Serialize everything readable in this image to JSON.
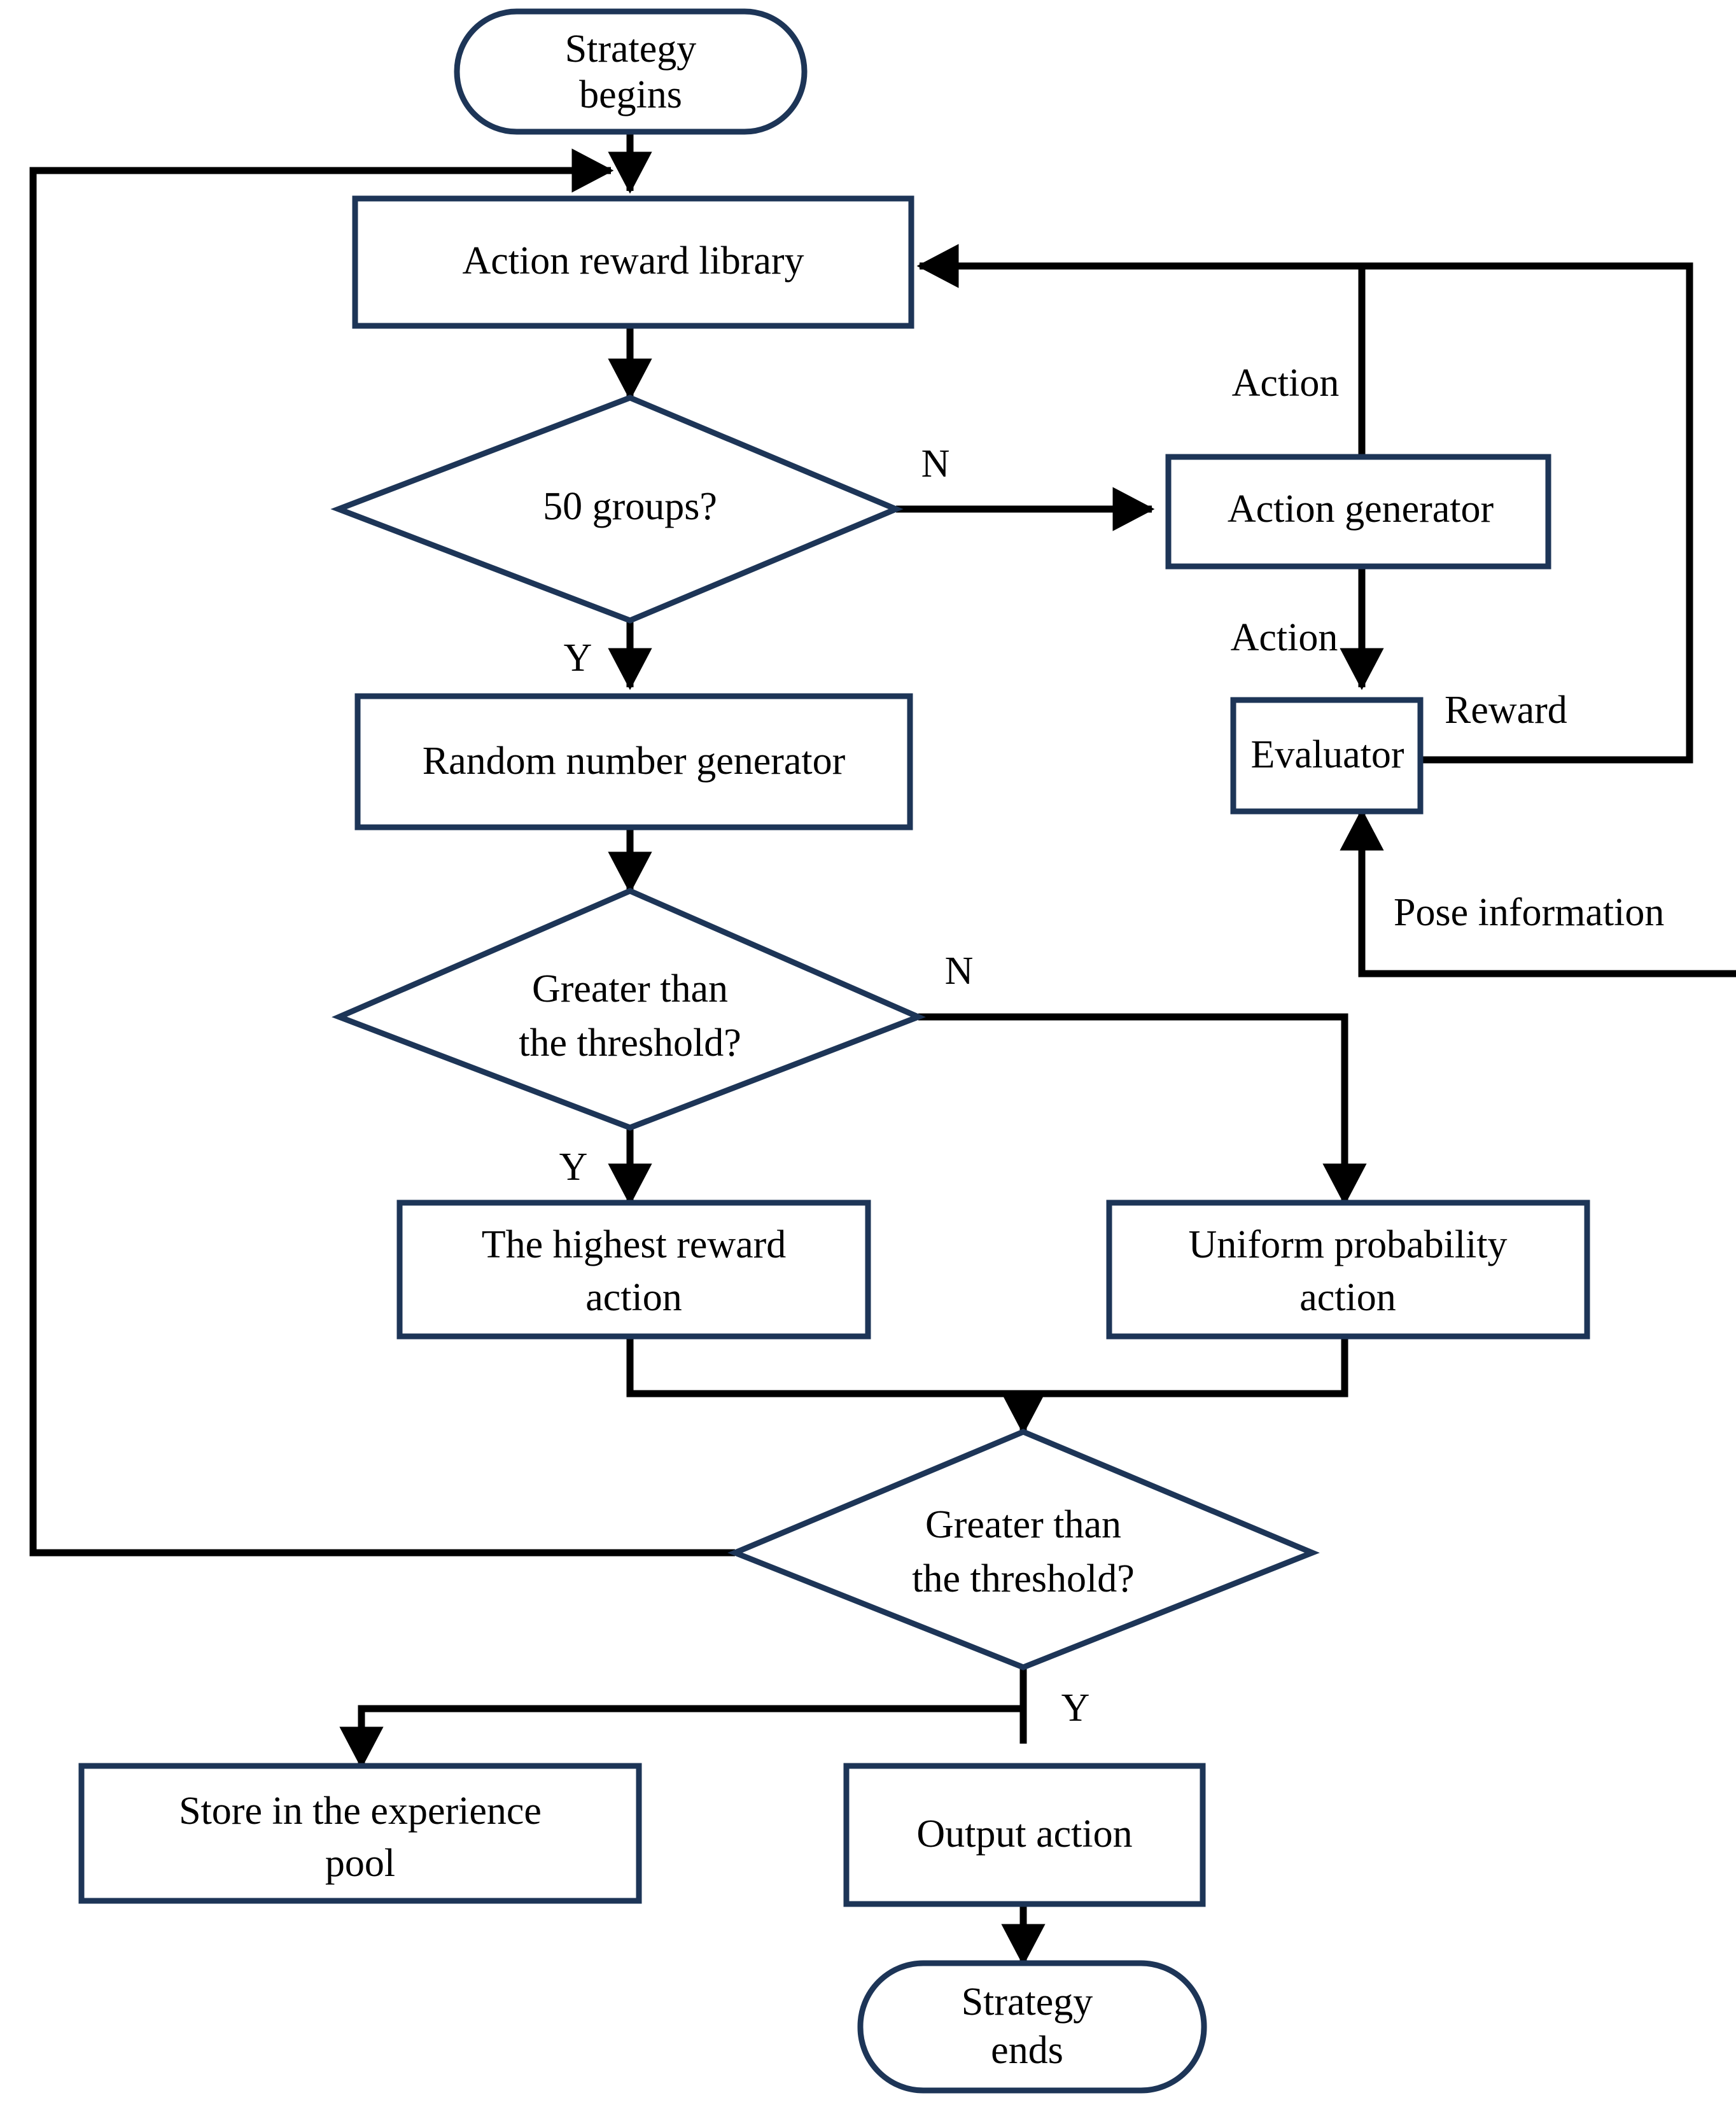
{
  "diagram": {
    "title": "Strategy flowchart",
    "colors": {
      "node_stroke": "#1d3557",
      "node_fill": "#ffffff",
      "connector": "#000000",
      "text": "#000000",
      "background": "#ffffff"
    },
    "nodes": {
      "start": {
        "label_line1": "Strategy",
        "label_line2": "begins",
        "shape": "terminal"
      },
      "action_reward_library": {
        "label": "Action reward library",
        "shape": "process"
      },
      "fifty_groups": {
        "label": "50 groups?",
        "shape": "decision"
      },
      "action_generator": {
        "label": "Action generator",
        "shape": "process"
      },
      "evaluator": {
        "label": "Evaluator",
        "shape": "process"
      },
      "random_number_generator": {
        "label": "Random number generator",
        "shape": "process"
      },
      "threshold_1": {
        "label_line1": "Greater than",
        "label_line2": "the threshold?",
        "shape": "decision"
      },
      "highest_reward_action": {
        "label_line1": "The highest reward",
        "label_line2": "action",
        "shape": "process"
      },
      "uniform_probability_action": {
        "label_line1": "Uniform probability",
        "label_line2": "action",
        "shape": "process"
      },
      "threshold_2": {
        "label_line1": "Greater than",
        "label_line2": "the threshold?",
        "shape": "decision"
      },
      "store_experience_pool": {
        "label_line1": "Store in the experience",
        "label_line2": "pool",
        "shape": "process"
      },
      "output_action": {
        "label": "Output action",
        "shape": "process"
      },
      "end": {
        "label_line1": "Strategy",
        "label_line2": "ends",
        "shape": "terminal"
      }
    },
    "edge_labels": {
      "fifty_groups_no": "N",
      "fifty_groups_yes": "Y",
      "action_to_library": "Action",
      "action_to_evaluator": "Action",
      "reward": "Reward",
      "pose_information": "Pose information",
      "threshold1_no": "N",
      "threshold1_yes": "Y",
      "threshold2_yes": "Y"
    }
  }
}
